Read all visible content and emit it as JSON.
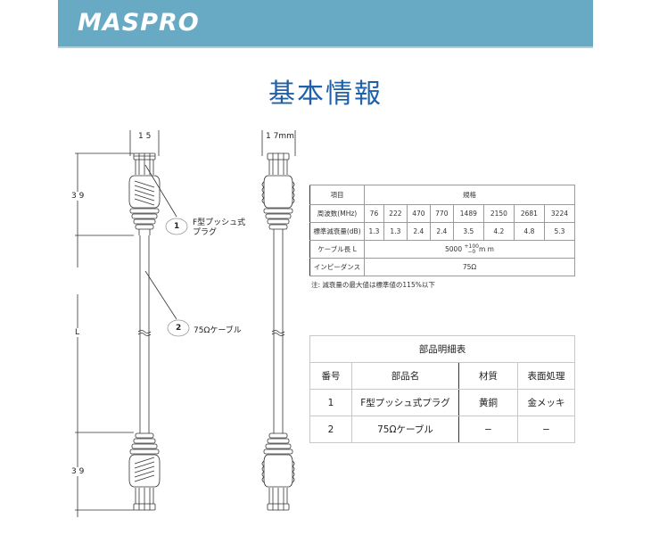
{
  "header": {
    "brand": "MASPRO",
    "band_color": "#68a9c4"
  },
  "page_title": "基本情報",
  "title_color": "#1f61a8",
  "drawing": {
    "width_front": "1 5",
    "width_side": "1 7mm",
    "plug_length_top": "3 9",
    "plug_length_bottom": "3 9",
    "cable_length": "L",
    "callouts": [
      {
        "num": "1",
        "label": "F型プッシュ式プラグ"
      },
      {
        "num": "2",
        "label": "75Ωケーブル"
      }
    ]
  },
  "spec_table": {
    "header": {
      "item": "項目",
      "spec": "規格"
    },
    "frequency": {
      "label": "周波数(MHz)",
      "values": [
        "76",
        "222",
        "470",
        "770",
        "1489",
        "2150",
        "2681",
        "3224"
      ]
    },
    "attenuation": {
      "label": "標準減衰量(dB)",
      "values": [
        "1.3",
        "1.3",
        "2.4",
        "2.4",
        "3.5",
        "4.2",
        "4.8",
        "5.3"
      ]
    },
    "cable_length": {
      "label": "ケーブル長 L",
      "value": "5000",
      "tol_plus": "+100",
      "tol_minus": "−0",
      "unit": "m m"
    },
    "impedance": {
      "label": "インピーダンス",
      "value": "75Ω"
    },
    "note": "注: 減衰量の最大値は標準値の115%以下"
  },
  "parts_table": {
    "title": "部品明細表",
    "columns": [
      "番号",
      "部品名",
      "材質",
      "表面処理"
    ],
    "rows": [
      [
        "1",
        "F型プッシュ式プラグ",
        "黄銅",
        "金メッキ"
      ],
      [
        "2",
        "75Ωケーブル",
        "−",
        "−"
      ]
    ]
  }
}
